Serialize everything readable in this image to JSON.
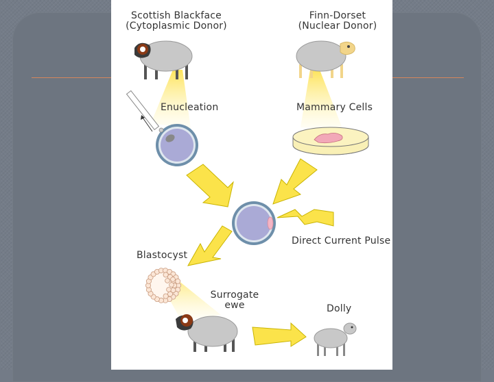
{
  "labels": {
    "cytoplasmic_donor_breed": "Scottish Blackface",
    "cytoplasmic_donor_role": "(Cytoplasmic Donor)",
    "nuclear_donor_breed": "Finn-Dorset",
    "nuclear_donor_role": "(Nuclear Donor)",
    "enucleation": "Enucleation",
    "mammary_cells": "Mammary Cells",
    "direct_current_pulse": "Direct Current Pulse",
    "blastocyst": "Blastocyst",
    "surrogate_line1": "Surrogate",
    "surrogate_line2": "ewe",
    "dolly": "Dolly"
  },
  "colors": {
    "background": "#737b87",
    "divider": "#d7875c",
    "arrow_fill": "#fbe34a",
    "arrow_stroke": "#c8b300",
    "egg_cytoplasm": "#aaaad6",
    "egg_membrane": "#6e8faa",
    "sheep_body": "#c8c8c8",
    "blackface_head": "#8b3a16",
    "finn_dorset_head": "#f2d58a",
    "petri_fill": "#f7eba0",
    "mammary_tissue": "#f2a8b8",
    "nucleus_pink": "#f4b4c4"
  }
}
